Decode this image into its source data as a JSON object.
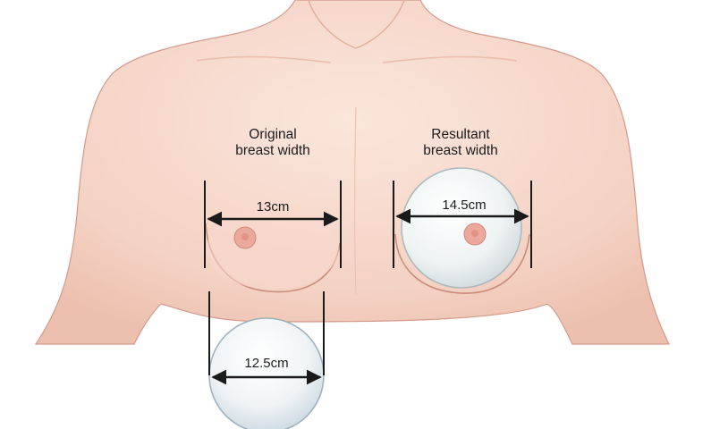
{
  "labels": {
    "original_line1": "Original",
    "original_line2": "breast width",
    "resultant_line1": "Resultant",
    "resultant_line2": "breast width"
  },
  "measurements": {
    "original_width": "13cm",
    "resultant_width": "14.5cm",
    "implant_width": "12.5cm"
  },
  "colors": {
    "skin": "#f6d8cc",
    "skin_shadow": "#e8b7a6",
    "outline": "#c98d7c",
    "nipple": "#e9a69a",
    "implant": "#eef2f3",
    "implant_edge": "#b9c3c8",
    "arrow": "#1a1a1a"
  }
}
